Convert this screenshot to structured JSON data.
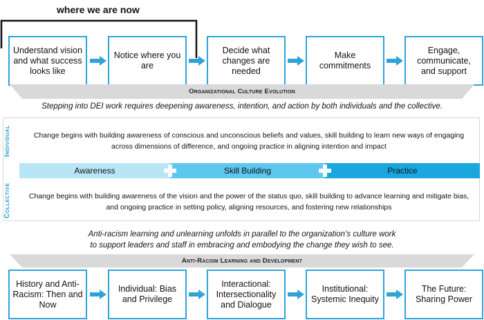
{
  "current_label": "where we are now",
  "top_steps": [
    "Understand vision and what success looks like",
    "Notice where you are",
    "Decide what changes are needed",
    "Make commitments",
    "Engage, communicate, and support"
  ],
  "top_banner": "Organizational Culture Evolution",
  "intro_line": "Stepping into DEI work requires deepening awareness, intention, and action by both individuals and the collective.",
  "individual": {
    "label": "Individual",
    "text": "Change begins with building awareness of conscious and unconscious beliefs and values, skill building to learn new ways of engaging across dimensions of difference, and ongoing practice in aligning intention and impact"
  },
  "progression": [
    "Awareness",
    "Skill Building",
    "Practice"
  ],
  "collective": {
    "label": "Collective",
    "text": "Change begins with building awareness of the vision and the power of the status quo, skill building to advance learning and mitigate bias, and ongoing practice in setting policy, aligning resources, and fostering new relationships"
  },
  "parallel_line_1": "Anti-racism learning and unlearning unfolds in parallel to the organization’s culture work",
  "parallel_line_2": "to support leaders and staff in embracing and embodying the change they wish to see.",
  "bottom_banner": "Anti-Racism Learning and Development",
  "bottom_steps": [
    "History and Anti-Racism: Then and Now",
    "Individual: Bias and Privilege",
    "Interactional: Intersectionality and Dialogue",
    "Institutional: Systemic Inequity",
    "The Future: Sharing Power"
  ],
  "colors": {
    "accent": "#2ea3d8",
    "bar_light": "#b9e6f7",
    "bar_mid": "#5cc7ef",
    "bar_dark": "#1aa6de",
    "banner_gray": "#d9d9d9"
  }
}
